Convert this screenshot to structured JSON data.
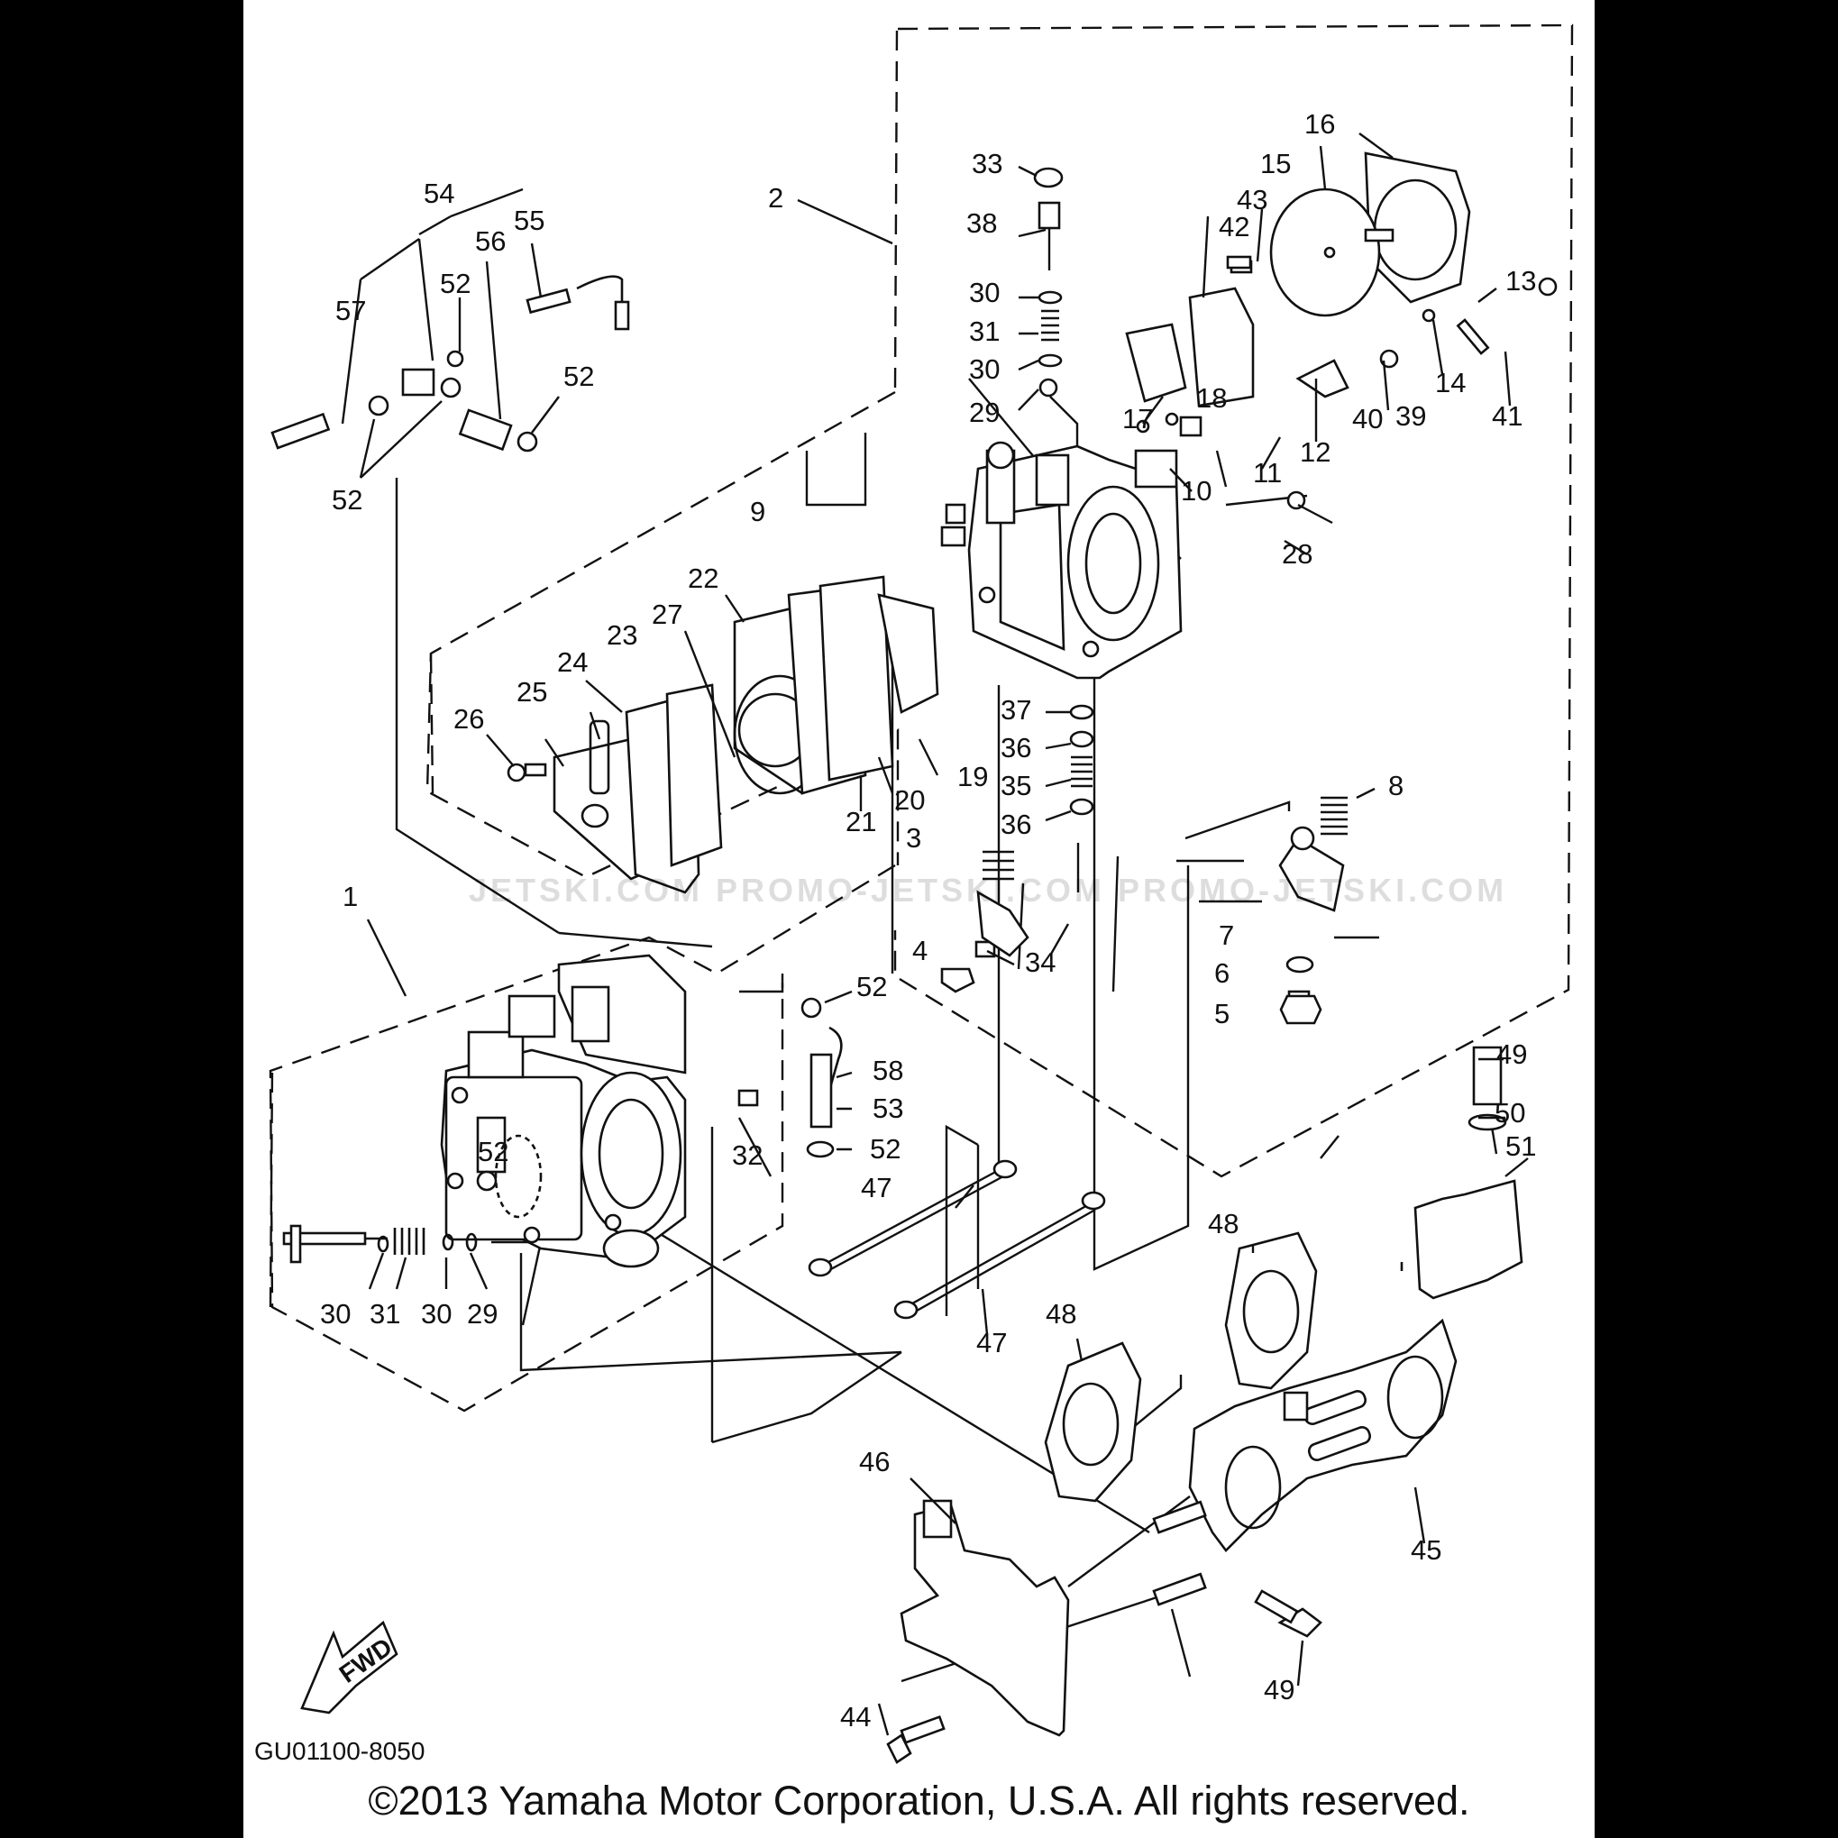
{
  "diagram_code": "GU01100-8050",
  "copyright": "©2013 Yamaha Motor Corporation, U.S.A. All rights reserved.",
  "fwd_label": "FWD",
  "watermark": "JETSKI.COM  PROMO-JETSKI.COM  PROMO-JETSKI.COM",
  "callouts": [
    "1",
    "2",
    "3",
    "4",
    "5",
    "6",
    "7",
    "8",
    "9",
    "10",
    "11",
    "12",
    "13",
    "14",
    "15",
    "16",
    "17",
    "18",
    "19",
    "20",
    "21",
    "22",
    "23",
    "24",
    "25",
    "26",
    "27",
    "28",
    "29",
    "29",
    "30",
    "30",
    "30",
    "30",
    "31",
    "31",
    "32",
    "33",
    "34",
    "35",
    "36",
    "36",
    "37",
    "38",
    "39",
    "40",
    "41",
    "42",
    "43",
    "44",
    "45",
    "46",
    "47",
    "47",
    "48",
    "48",
    "49",
    "49",
    "50",
    "51",
    "52",
    "52",
    "52",
    "52",
    "52",
    "52",
    "53",
    "54",
    "55",
    "56",
    "57",
    "58"
  ]
}
